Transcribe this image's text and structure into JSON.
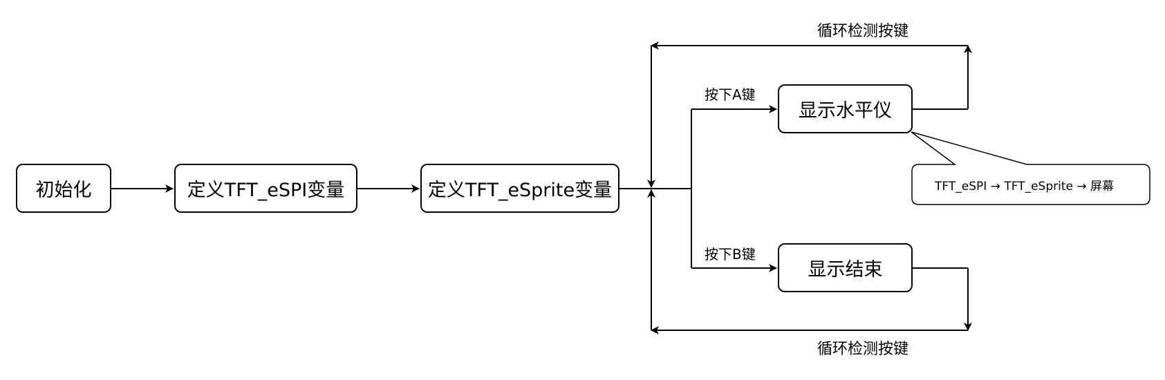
{
  "nodes": {
    "init": "初始化",
    "define_espi": "定义TFT_eSPI变量",
    "define_esprite": "定义TFT_eSprite变量",
    "show_level": "显示水平仪",
    "show_end": "显示结束"
  },
  "edge_labels": {
    "press_a": "按下A键",
    "press_b": "按下B键",
    "loop_top": "循环检测按键",
    "loop_bottom": "循环检测按键"
  },
  "callout": {
    "text": "TFT_eSPI → TFT_eSprite → 屏幕"
  }
}
